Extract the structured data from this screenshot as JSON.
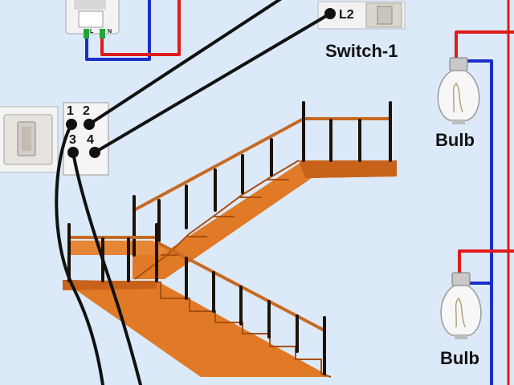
{
  "labels": {
    "switch1_title": "Switch-1",
    "switch1_terminal": "L2",
    "bulb_top": "Bulb",
    "bulb_bottom": "Bulb",
    "terminal_1": "1",
    "terminal_2": "2",
    "terminal_3": "3",
    "terminal_4": "4",
    "mcb_left_mark": "L",
    "mcb_right_mark": "N"
  },
  "colors": {
    "background": "#dce9f8",
    "phase_wire": "#e01b1b",
    "neutral_wire": "#1a2fc8",
    "traveler_wire": "#111111",
    "stair_wood": "#e07a26",
    "stair_dark": "#a84f12",
    "railing": "#1c1208",
    "switch_plate": "#e7e3de"
  }
}
